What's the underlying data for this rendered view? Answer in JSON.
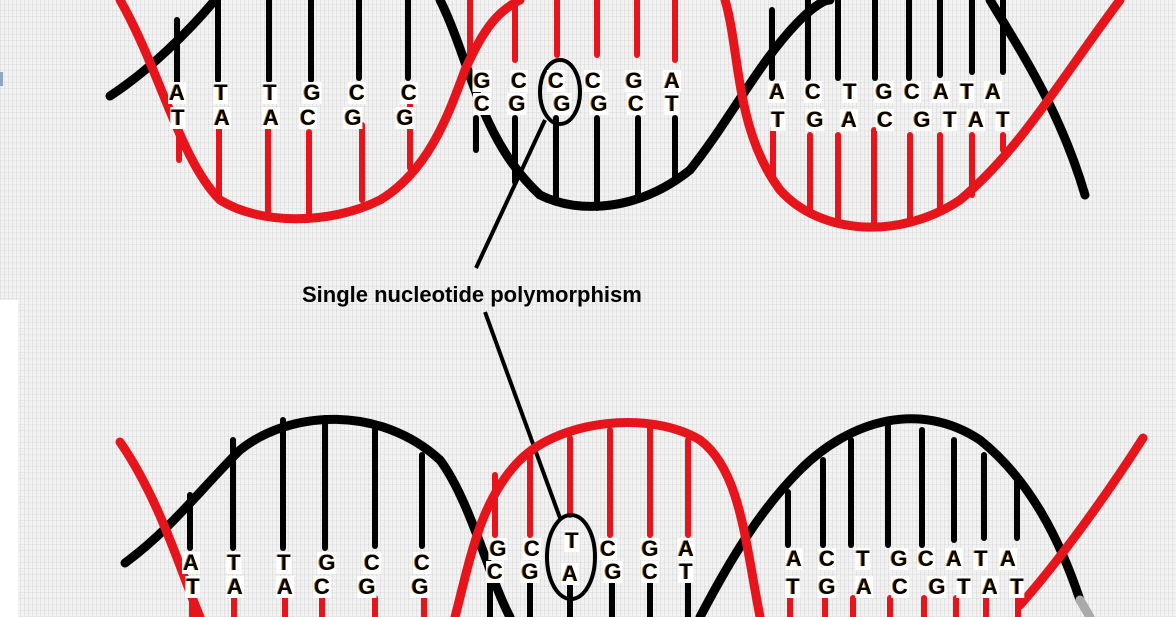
{
  "diagram": {
    "title": "Single nucleotide polymorphism",
    "colors": {
      "strand_primary": "#000000",
      "strand_secondary": "#e8141b",
      "background": "#f2f2f2",
      "highlight_ring": "#000000"
    },
    "top_helix": {
      "segments": [
        {
          "top": [
            "A",
            "T",
            "T",
            "G",
            "C",
            "C"
          ],
          "bottom": [
            "T",
            "A",
            "A",
            "C",
            "G",
            "G"
          ]
        },
        {
          "top": [
            "G",
            "C",
            "C",
            "C",
            "G",
            "A"
          ],
          "bottom": [
            "C",
            "G",
            "G",
            "G",
            "C",
            "T"
          ]
        },
        {
          "top": [
            "A",
            "C",
            "T",
            "G",
            "C",
            "A",
            "T",
            "A"
          ],
          "bottom": [
            "T",
            "G",
            "A",
            "C",
            "G",
            "T",
            "A",
            "T"
          ]
        }
      ],
      "snp": {
        "top": "C",
        "bottom": "G"
      }
    },
    "bottom_helix": {
      "segments": [
        {
          "top": [
            "A",
            "T",
            "T",
            "G",
            "C",
            "C"
          ],
          "bottom": [
            "T",
            "A",
            "A",
            "C",
            "G",
            "G"
          ]
        },
        {
          "top": [
            "G",
            "C",
            "T",
            "C",
            "G",
            "A"
          ],
          "bottom": [
            "C",
            "G",
            "A",
            "G",
            "C",
            "T"
          ]
        },
        {
          "top": [
            "A",
            "C",
            "T",
            "G",
            "C",
            "A",
            "T",
            "A"
          ],
          "bottom": [
            "T",
            "G",
            "A",
            "C",
            "G",
            "T",
            "A",
            "T"
          ]
        }
      ],
      "snp": {
        "top": "T",
        "bottom": "A"
      }
    }
  }
}
